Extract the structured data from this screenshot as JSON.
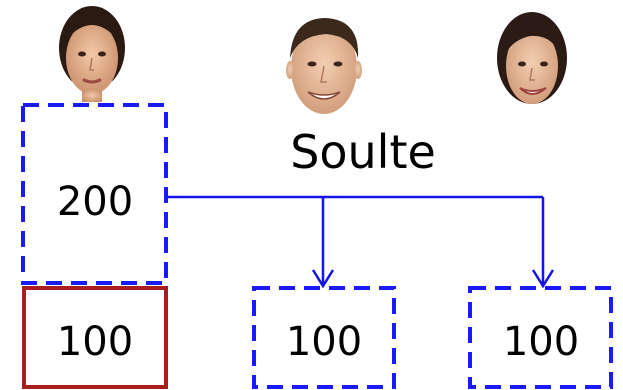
{
  "title": "Soulte",
  "colors": {
    "dashed_box": "#1a1aff",
    "solid_box": "#a81d1d",
    "arrow": "#1414e6",
    "text": "#000000"
  },
  "people": [
    {
      "name": "woman-left-face",
      "description_icon": "woman-face-icon"
    },
    {
      "name": "man-center-face",
      "description_icon": "man-face-icon"
    },
    {
      "name": "woman-right-face",
      "description_icon": "woman-face-icon"
    }
  ],
  "boxes": {
    "left_top": {
      "value": "200",
      "style": "dashed"
    },
    "left_bottom": {
      "value": "100",
      "style": "solid"
    },
    "center": {
      "value": "100",
      "style": "dashed"
    },
    "right": {
      "value": "100",
      "style": "dashed"
    }
  }
}
